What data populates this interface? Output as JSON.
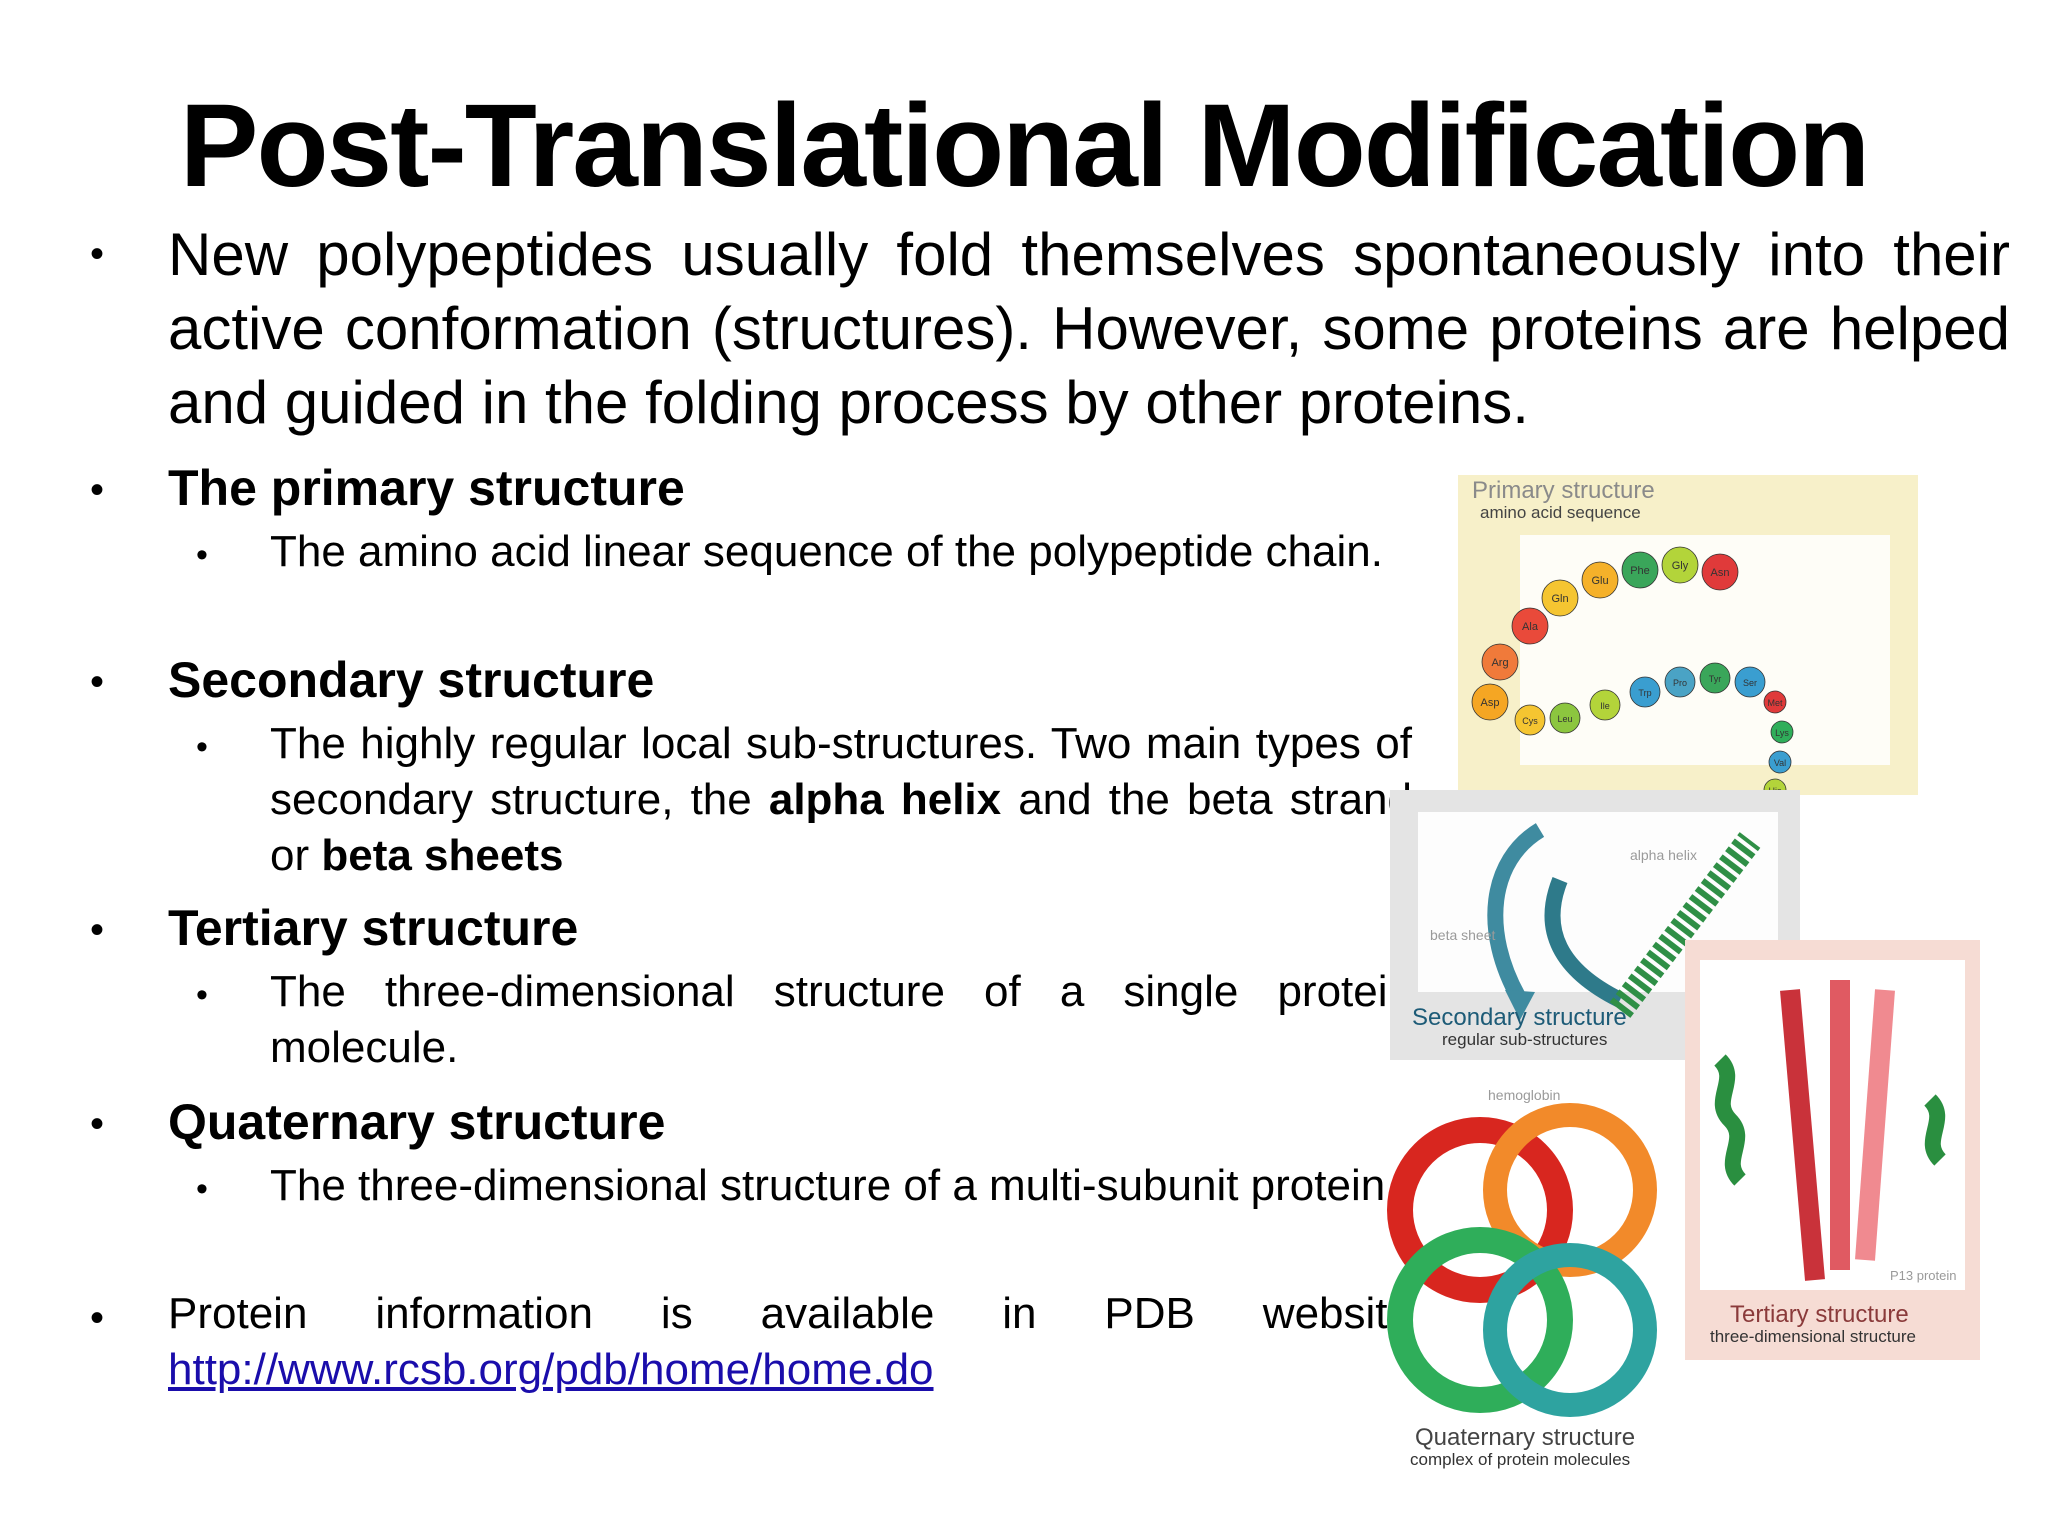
{
  "slide": {
    "title": "Post-Translational Modification",
    "intro": "New polypeptides usually fold themselves spontaneously into their active conformation (structures).  However, some proteins are helped and guided in the folding process by other proteins.",
    "bullet_symbol": "•",
    "items": [
      {
        "heading": "The primary structure",
        "sub": "The amino acid linear sequence of the polypeptide chain."
      },
      {
        "heading": "Secondary structure",
        "sub_parts": [
          "The highly regular local sub-structures. Two main types of secondary structure, the ",
          "alpha helix",
          " and the beta strand or ",
          "beta sheets"
        ]
      },
      {
        "heading": "Tertiary structure",
        "sub": "The three-dimensional structure of a single protein molecule."
      },
      {
        "heading": "Quaternary structure",
        "sub": "The three-dimensional structure of a multi-subunit protein."
      }
    ],
    "pdb": {
      "text": "Protein information is available in PDB website ",
      "link": "http://www.rcsb.org/pdb/home/home.do"
    }
  },
  "figure": {
    "primary_title": "Primary structure",
    "primary_sub": "amino acid sequence",
    "amino_acids": [
      "Asp",
      "Arg",
      "Ala",
      "Gln",
      "Glu",
      "Phe",
      "Gly",
      "Asn",
      "Cys",
      "Leu",
      "Ile",
      "Trp",
      "Pro",
      "Tyr",
      "Ser",
      "Met",
      "Lys",
      "Val",
      "His"
    ],
    "alpha_helix": "alpha helix",
    "beta_sheet": "beta sheet",
    "secondary_title": "Secondary structure",
    "secondary_sub": "regular sub-structures",
    "hemoglobin": "hemoglobin",
    "p13": "P13 protein",
    "tertiary_title": "Tertiary structure",
    "tertiary_sub": "three-dimensional structure",
    "quaternary_title": "Quaternary structure",
    "quaternary_sub": "complex of protein molecules"
  }
}
